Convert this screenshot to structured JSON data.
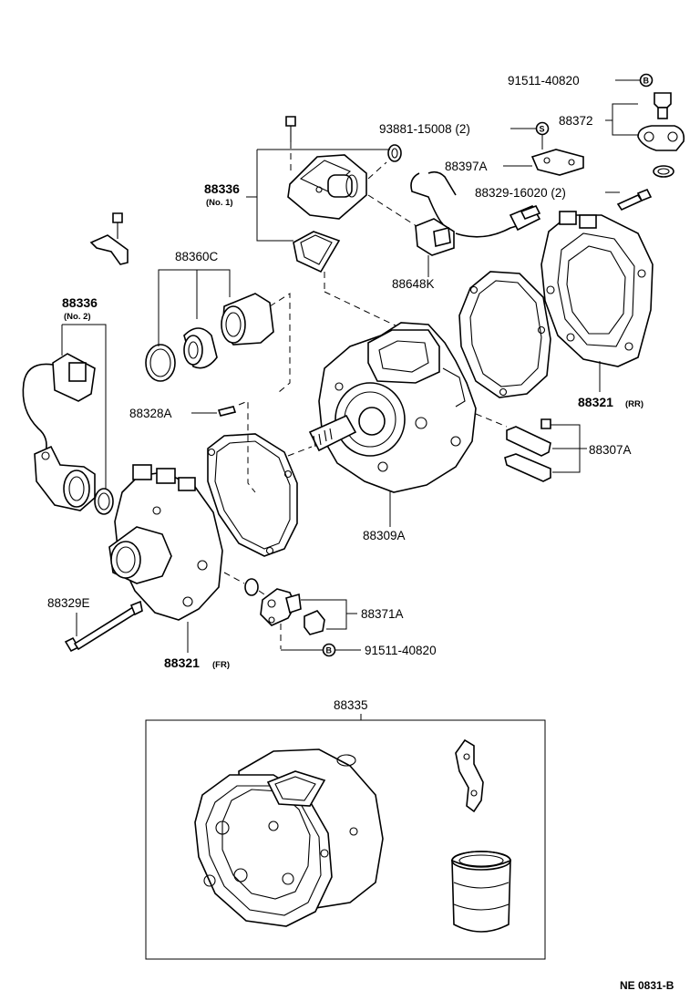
{
  "labels": {
    "p91511_top": "91511-40820",
    "p88372": "88372",
    "p93881": "93881-15008 (2)",
    "p88397A": "88397A",
    "p88329_16020": "88329-16020 (2)",
    "p88336_no1": "88336",
    "p88336_no1_sub": "(No. 1)",
    "p88648K": "88648K",
    "p88360C": "88360C",
    "p88336_no2": "88336",
    "p88336_no2_sub": "(No. 2)",
    "p88321_rr": "88321",
    "p88321_rr_sub": "(RR)",
    "p88328A": "88328A",
    "p88307A": "88307A",
    "p88309A": "88309A",
    "p88329E": "88329E",
    "p88371A": "88371A",
    "p88321_fr": "88321",
    "p88321_fr_sub": "(FR)",
    "p91511_bottom": "91511-40820",
    "p88335": "88335"
  },
  "symbols": {
    "b_top": "B",
    "s_mid": "S",
    "b_bottom": "B"
  },
  "footer": {
    "code": "NE  0831-B"
  }
}
